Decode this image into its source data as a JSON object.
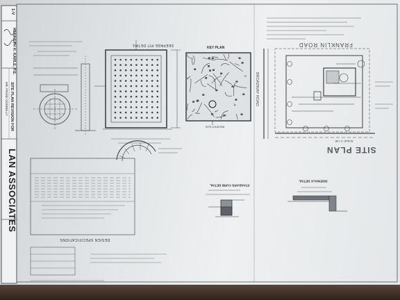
{
  "title_block": {
    "sheet_number": "1-V",
    "engineer": "KENNETH H. KARLE, P.E.",
    "project_title": "SITE PLAN REVISION FOR",
    "owner": "MR. FRANK DONNELLY",
    "firm": "LAN ASSOCIATES"
  },
  "drawings": {
    "key_plan_title": "KEY PLAN",
    "site_location": "SITE LOCATION",
    "site_plan_title": "SITE PLAN",
    "site_plan_scale": "SCALE: 1\"=30'",
    "road_name": "FRANKLIN ROAD",
    "side_road": "BROADWAY ROAD",
    "curb_detail": "STANDARD CURB DETAIL",
    "sidewalk_detail": "SIDEWALK DETAIL",
    "design_specs": "DESIGN SPECIFICATIONS",
    "seepage_detail": "SEEPAGE PIT DETAIL"
  },
  "colors": {
    "paper": "#e9ebec",
    "ink": "#2b2f33",
    "table": "#3b2c24"
  }
}
